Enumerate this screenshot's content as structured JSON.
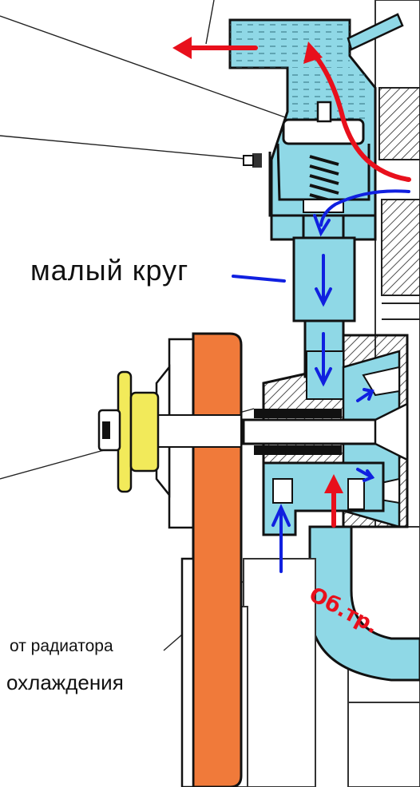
{
  "labels": {
    "small_circuit": "малый круг",
    "from_radiator_line1": "от радиатора",
    "from_radiator_line2": "охлаждения",
    "handwritten_note": "Oб.тр."
  },
  "colors": {
    "coolant_fill": "#8fd8e6",
    "belt_pulley": "#f07a3a",
    "hub": "#f2ea5a",
    "flow_cold": "#1020e0",
    "flow_hot": "#e8101c",
    "outline": "#111111"
  }
}
